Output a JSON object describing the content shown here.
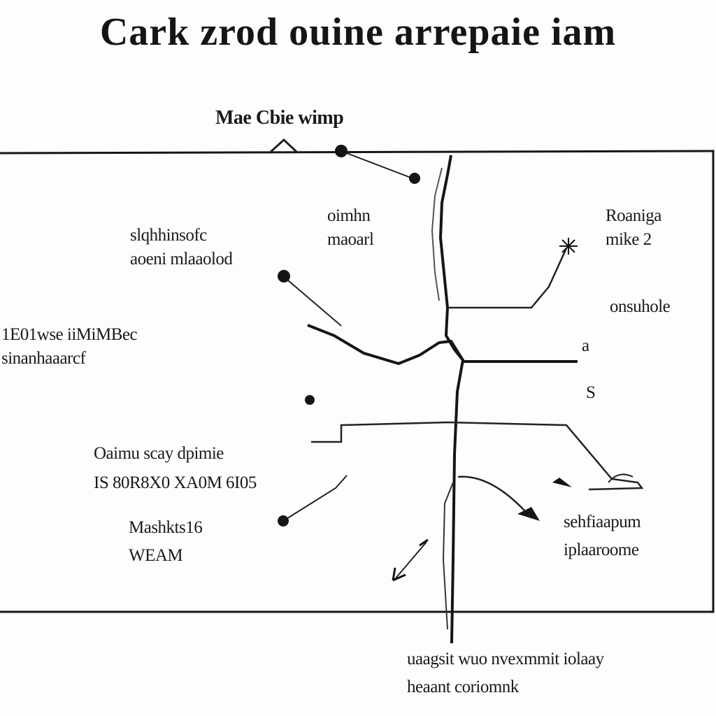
{
  "title": "Cark zrod ouine arrepaie iam",
  "header_label": "Mae Cbie wimp",
  "labels": {
    "top_center": [
      "oimhn",
      "maoarl"
    ],
    "top_right": [
      "Roaniga",
      "mike 2"
    ],
    "upper_left": [
      "slqhhinsofc",
      "aoeni mlaaolod"
    ],
    "right_mid": [
      "onsuhole"
    ],
    "left_mid": [
      "1E01wse iiMiMBec",
      "sinanhaaarcf"
    ],
    "right_small_a": [
      "a"
    ],
    "right_small_b": [
      "S"
    ],
    "lower_left": [
      "Oaimu scay dpimie",
      "IS 80R8X0 XA0M 6I05"
    ],
    "bottom_left": [
      "Mashkts16",
      "WEAM"
    ],
    "lower_right": [
      "sehfiaapum",
      "iplaaroome"
    ],
    "bottom_caption": [
      "uaagsit wuo nvexmmit iolaay",
      "heaant coriomnk"
    ]
  },
  "colors": {
    "ink": "#111111",
    "paper": "#fdfdfd"
  }
}
